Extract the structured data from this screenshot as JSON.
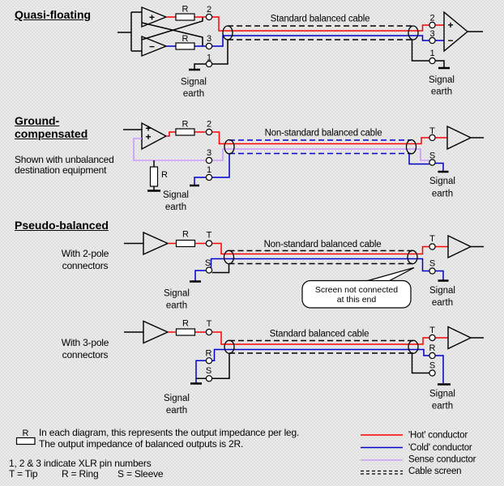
{
  "colors": {
    "hot": "#ff0000",
    "cold": "#0000cc",
    "sense": "#cc99ff",
    "screen": "#000000",
    "background": "#ececec"
  },
  "shared": {
    "r_label": "R",
    "signal": "Signal",
    "earth": "earth",
    "plus": "+",
    "minus": "−"
  },
  "diagrams": [
    {
      "id": "quasi-floating",
      "title": "Quasi-floating",
      "cable_label": "Standard balanced cable",
      "source_pins": [
        "2",
        "3",
        "1"
      ],
      "dest_pins": [
        "2",
        "3",
        "1"
      ]
    },
    {
      "id": "ground-compensated",
      "title_line1": "Ground-",
      "title_line2": "compensated",
      "note_line1": "Shown with unbalanced",
      "note_line2": "destination equipment",
      "cable_label": "Non-standard balanced cable",
      "source_pins": [
        "2",
        "3",
        "1"
      ],
      "dest_pins": [
        "T",
        "S"
      ]
    },
    {
      "id": "pseudo-balanced-2pole",
      "title": "Pseudo-balanced",
      "subtitle_line1": "With 2-pole",
      "subtitle_line2": "connectors",
      "cable_label": "Non-standard balanced cable",
      "bubble_line1": "Screen not connected",
      "bubble_line2": "at this end",
      "source_pins": [
        "T",
        "S"
      ],
      "dest_pins": [
        "T",
        "S"
      ]
    },
    {
      "id": "pseudo-balanced-3pole",
      "subtitle_line1": "With 3-pole",
      "subtitle_line2": "connectors",
      "cable_label": "Standard balanced cable",
      "source_pins": [
        "T",
        "R",
        "S"
      ],
      "dest_pins": [
        "T",
        "R",
        "S"
      ]
    }
  ],
  "legend": {
    "resistor_symbol_label": "R",
    "resistor_note_line1": "In each diagram, this represents the output impedance per leg.",
    "resistor_note_line2": "The output impedance of balanced outputs is 2R.",
    "xlr_note": "1, 2 & 3 indicate XLR pin numbers",
    "abbreviations": [
      {
        "text": "T = Tip"
      },
      {
        "text": "R = Ring"
      },
      {
        "text": "S = Sleeve"
      }
    ],
    "items": [
      {
        "label": "'Hot' conductor",
        "color": "#ff0000",
        "style": "solid"
      },
      {
        "label": "'Cold' conductor",
        "color": "#0000cc",
        "style": "solid"
      },
      {
        "label": "Sense conductor",
        "color": "#cc99ff",
        "style": "solid"
      },
      {
        "label": "Cable screen",
        "color": "#000000",
        "style": "double-dashed"
      }
    ]
  }
}
